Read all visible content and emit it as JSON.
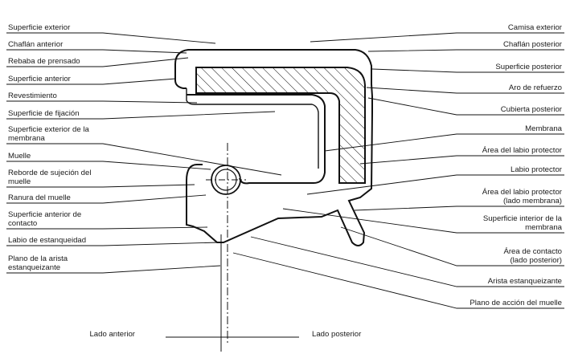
{
  "left_labels": [
    {
      "lines": [
        "Superficie exterior"
      ]
    },
    {
      "lines": [
        "Chaflán anterior"
      ]
    },
    {
      "lines": [
        "Rebaba de prensado"
      ]
    },
    {
      "lines": [
        "Superficie anterior"
      ]
    },
    {
      "lines": [
        "Revestimiento"
      ]
    },
    {
      "lines": [
        "Superficie de fijación"
      ]
    },
    {
      "lines": [
        "Superficie exterior de la",
        "membrana"
      ]
    },
    {
      "lines": [
        "Muelle"
      ]
    },
    {
      "lines": [
        "Reborde de sujeción del",
        "muelle"
      ]
    },
    {
      "lines": [
        "Ranura del muelle"
      ]
    },
    {
      "lines": [
        "Superficie anterior de",
        "contacto"
      ]
    },
    {
      "lines": [
        "Labio de estanqueidad"
      ]
    },
    {
      "lines": [
        "Plano de la arista",
        "estanqueizante"
      ]
    }
  ],
  "right_labels": [
    {
      "lines": [
        "Camisa exterior"
      ]
    },
    {
      "lines": [
        "Chaflán posterior"
      ]
    },
    {
      "lines": [
        "Superficie posterior"
      ]
    },
    {
      "lines": [
        "Aro de refuerzo"
      ]
    },
    {
      "lines": [
        "Cubierta posterior"
      ]
    },
    {
      "lines": [
        "Membrana"
      ]
    },
    {
      "lines": [
        "Área del labio protector"
      ]
    },
    {
      "lines": [
        "Labio protector"
      ]
    },
    {
      "lines": [
        "Área del labio protector",
        "(lado membrana)"
      ]
    },
    {
      "lines": [
        "Superficie interior de la",
        "membrana"
      ]
    },
    {
      "lines": [
        "Área de contacto",
        "(lado posterior)"
      ]
    },
    {
      "lines": [
        "Arista estanqueizante"
      ]
    },
    {
      "lines": [
        "Plano de acción del muelle"
      ]
    }
  ],
  "bottom_labels": {
    "front": "Lado anterior",
    "back": "Lado posterior"
  }
}
